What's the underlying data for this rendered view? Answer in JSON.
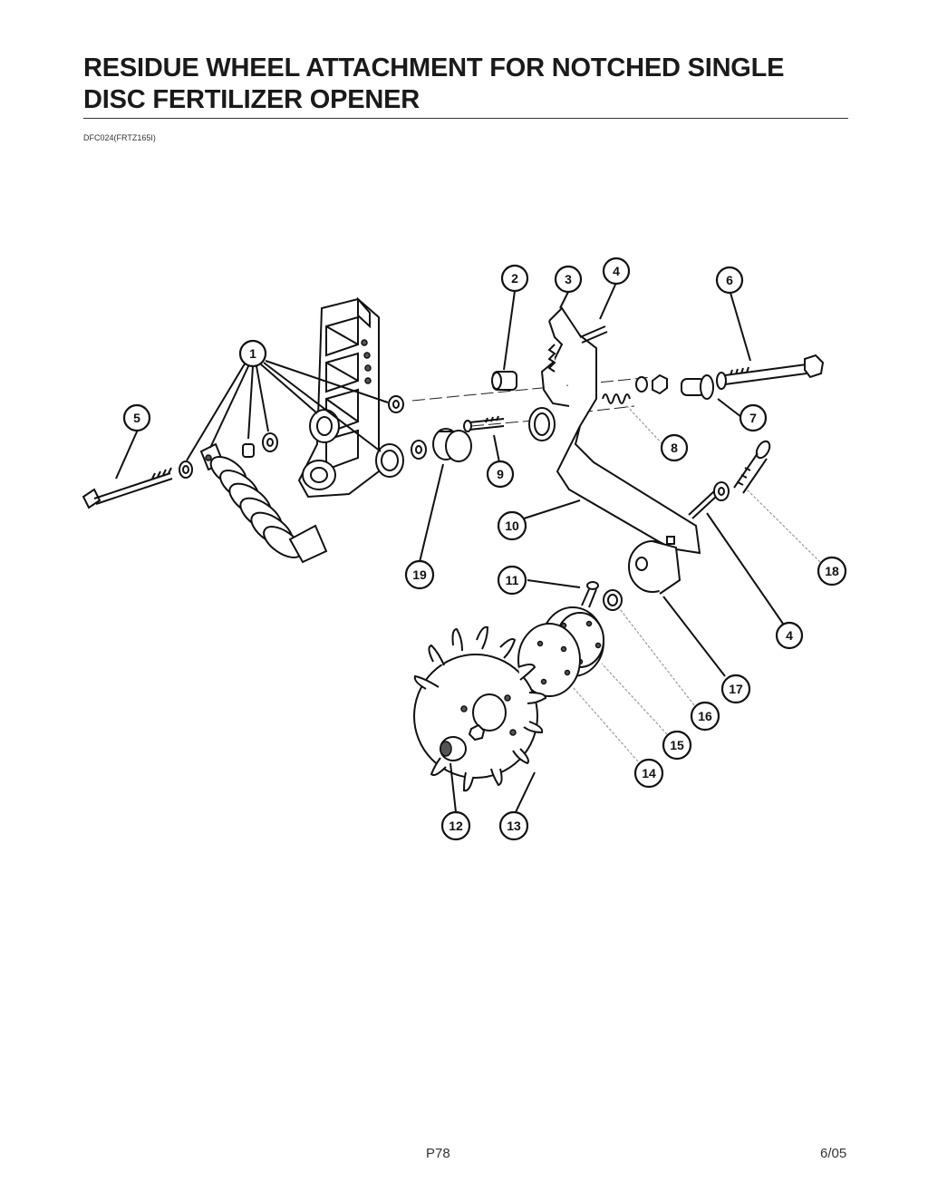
{
  "header": {
    "title_line1": "RESIDUE WHEEL ATTACHMENT FOR NOTCHED SINGLE",
    "title_line2": "DISC FERTILIZER OPENER",
    "drawing_code": "DFC024(FRTZ165I)"
  },
  "callouts": {
    "c1": "1",
    "c2": "2",
    "c3": "3",
    "c4a": "4",
    "c4b": "4",
    "c5": "5",
    "c6": "6",
    "c7": "7",
    "c8": "8",
    "c9": "9",
    "c10": "10",
    "c11": "11",
    "c12": "12",
    "c13": "13",
    "c14": "14",
    "c15": "15",
    "c16": "16",
    "c17": "17",
    "c18": "18",
    "c19": "19"
  },
  "footer": {
    "page_number": "P78",
    "date": "6/05"
  }
}
